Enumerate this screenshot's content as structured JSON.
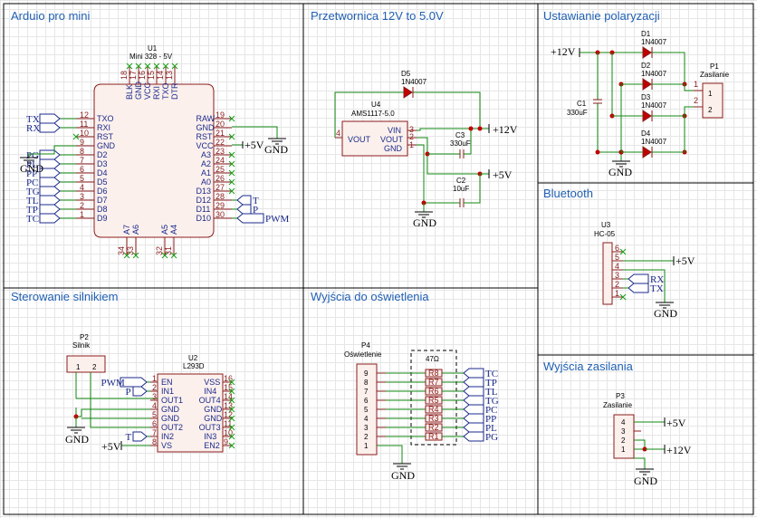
{
  "sections": {
    "arduino": "Arduio pro mini",
    "converter": "Przetwornica 12V to 5.0V",
    "polarization": "Ustawianie polaryzacji",
    "bluetooth": "Bluetooth",
    "motor": "Sterowanie silnikiem",
    "light_out": "Wyjścia do oświetlenia",
    "power_out": "Wyjścia zasilania"
  },
  "u1": {
    "ref": "U1",
    "value": "Mini 328 - 5V",
    "top_pins": [
      {
        "num": "18",
        "name": "BLK"
      },
      {
        "num": "17",
        "name": "GND"
      },
      {
        "num": "16",
        "name": "VCC"
      },
      {
        "num": "15",
        "name": "RXI"
      },
      {
        "num": "14",
        "name": "TXO"
      },
      {
        "num": "13",
        "name": "DTR"
      }
    ],
    "left_pins": [
      {
        "num": "12",
        "name": "TXO"
      },
      {
        "num": "11",
        "name": "RXI"
      },
      {
        "num": "10",
        "name": "RST"
      },
      {
        "num": "9",
        "name": "GND"
      },
      {
        "num": "8",
        "name": "D2"
      },
      {
        "num": "7",
        "name": "D3"
      },
      {
        "num": "6",
        "name": "D4"
      },
      {
        "num": "5",
        "name": "D5"
      },
      {
        "num": "4",
        "name": "D6"
      },
      {
        "num": "3",
        "name": "D7"
      },
      {
        "num": "2",
        "name": "D8"
      },
      {
        "num": "1",
        "name": "D9"
      }
    ],
    "right_pins": [
      {
        "num": "19",
        "name": "RAW"
      },
      {
        "num": "20",
        "name": "GND"
      },
      {
        "num": "21",
        "name": "RST"
      },
      {
        "num": "22",
        "name": "VCC"
      },
      {
        "num": "23",
        "name": "A3"
      },
      {
        "num": "24",
        "name": "A2"
      },
      {
        "num": "25",
        "name": "A1"
      },
      {
        "num": "26",
        "name": "A0"
      },
      {
        "num": "27",
        "name": "D13"
      },
      {
        "num": "28",
        "name": "D12"
      },
      {
        "num": "29",
        "name": "D11"
      },
      {
        "num": "30",
        "name": "D10"
      }
    ],
    "bottom_pins": [
      {
        "num": "34",
        "name": "A7"
      },
      {
        "num": "33",
        "name": "A6"
      },
      {
        "num": "32",
        "name": "A5"
      },
      {
        "num": "31",
        "name": "A4"
      }
    ],
    "left_labels": [
      "TX",
      "RX",
      "PG",
      "PL",
      "PP",
      "PC",
      "TG",
      "TL",
      "TP",
      "TC"
    ],
    "right_labels": [
      "T",
      "P",
      "PWM"
    ]
  },
  "u4": {
    "ref": "U4",
    "value": "AMS1117-5.0",
    "pin_vout_left": "VOUT",
    "pin_vin": "VIN",
    "pin_vout": "VOUT",
    "pin_gnd": "GND",
    "n4": "4",
    "n3": "3",
    "n2": "2",
    "n1": "1"
  },
  "d5": {
    "ref": "D5",
    "value": "1N4007"
  },
  "c3": {
    "ref": "C3",
    "value": "330uF"
  },
  "c2": {
    "ref": "C2",
    "value": "10uF"
  },
  "nets": {
    "p12": "+12V",
    "p5": "+5V",
    "gnd": "GND"
  },
  "polar": {
    "c1_ref": "C1",
    "c1_value": "330uF",
    "diodes": [
      {
        "ref": "D1",
        "value": "1N4007"
      },
      {
        "ref": "D2",
        "value": "1N4007"
      },
      {
        "ref": "D3",
        "value": "1N4007"
      },
      {
        "ref": "D4",
        "value": "1N4007"
      }
    ],
    "p1_ref": "P1",
    "p1_value": "Zasilanie",
    "p1_pins": [
      "1",
      "2"
    ]
  },
  "u3": {
    "ref": "U3",
    "value": "HC-05",
    "pins": [
      "6",
      "5",
      "4",
      "3",
      "2",
      "1"
    ],
    "labels": [
      "RX",
      "TX"
    ]
  },
  "p2": {
    "ref": "P2",
    "value": "Silnik",
    "pins": [
      "1",
      "2"
    ]
  },
  "u2": {
    "ref": "U2",
    "value": "L293D",
    "left": [
      {
        "num": "1",
        "name": "EN"
      },
      {
        "num": "2",
        "name": "IN1"
      },
      {
        "num": "3",
        "name": "OUT1"
      },
      {
        "num": "4",
        "name": "GND"
      },
      {
        "num": "5",
        "name": "GND"
      },
      {
        "num": "6",
        "name": "OUT2"
      },
      {
        "num": "7",
        "name": "IN2"
      },
      {
        "num": "8",
        "name": "VS"
      }
    ],
    "right": [
      {
        "num": "16",
        "name": "VSS"
      },
      {
        "num": "15",
        "name": "IN4"
      },
      {
        "num": "14",
        "name": "OUT4"
      },
      {
        "num": "13",
        "name": "GND"
      },
      {
        "num": "12",
        "name": "GND"
      },
      {
        "num": "11",
        "name": "OUT3"
      },
      {
        "num": "10",
        "name": "IN3"
      },
      {
        "num": "9",
        "name": "EN2"
      }
    ],
    "labels": [
      "PWM",
      "P",
      "T"
    ]
  },
  "p4": {
    "ref": "P4",
    "value": "Oświetlenie",
    "pins": [
      "9",
      "8",
      "7",
      "6",
      "5",
      "4",
      "3",
      "2",
      "1"
    ],
    "res_value": "47Ω",
    "resistors": [
      "R8",
      "R7",
      "R6",
      "R5",
      "R4",
      "R3",
      "R2",
      "R1"
    ],
    "labels": [
      "TC",
      "TP",
      "TL",
      "TG",
      "PC",
      "PP",
      "PL",
      "PG"
    ]
  },
  "p3": {
    "ref": "P3",
    "value": "Zasilanie",
    "pins": [
      "4",
      "3",
      "2",
      "1"
    ]
  }
}
